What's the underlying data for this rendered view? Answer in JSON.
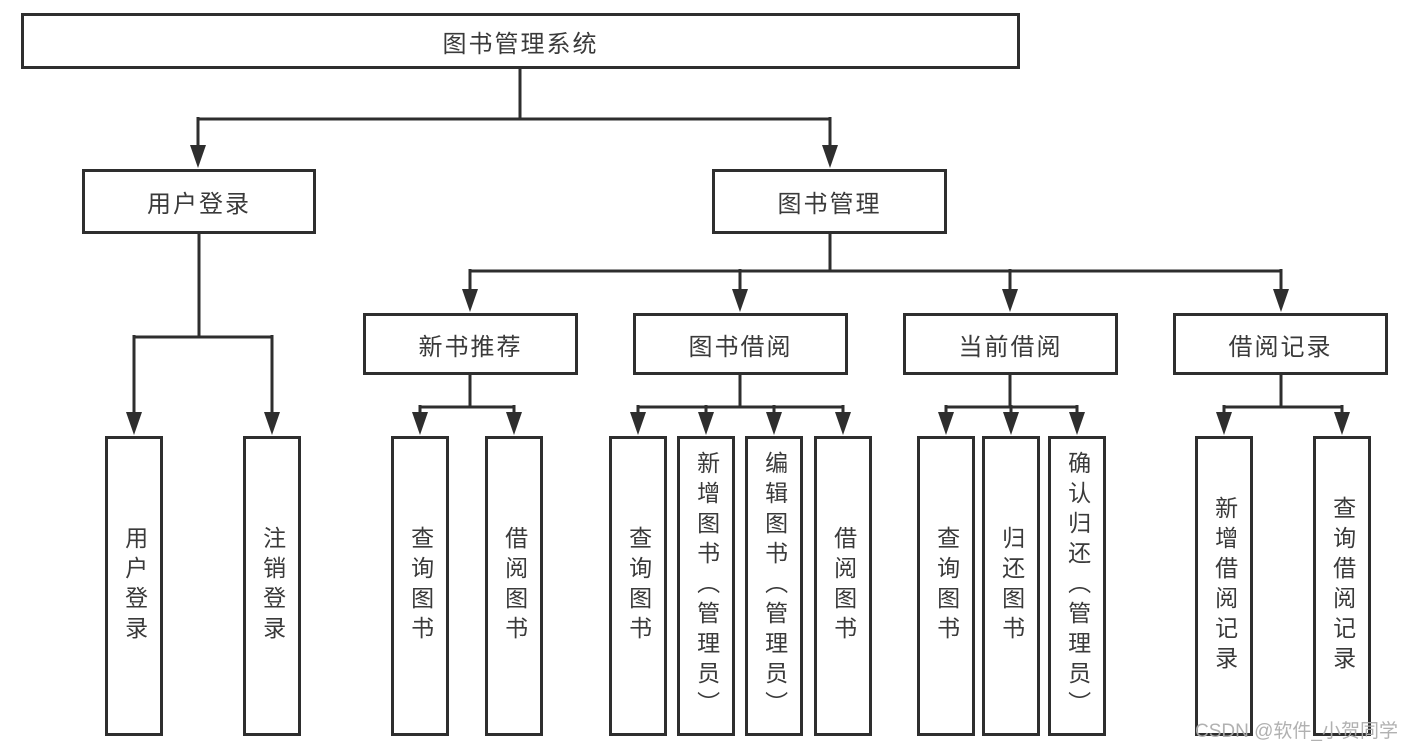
{
  "diagram": {
    "type": "hierarchy-diagram",
    "nodes": {
      "root": "图书管理系统",
      "user_login_branch": "用户登录",
      "book_mgmt": "图书管理",
      "new_books": "新书推荐",
      "book_borrow": "图书借阅",
      "current_borrow": "当前借阅",
      "borrow_records": "借阅记录",
      "login": "用户登录",
      "logout": "注销登录",
      "query_books_a": "查询图书",
      "borrow_books_a": "借阅图书",
      "query_books_b": "查询图书",
      "add_books": "新增图书（管理员）",
      "edit_books": "编辑图书（管理员）",
      "borrow_books_b": "借阅图书",
      "query_books_c": "查询图书",
      "return_books": "归还图书",
      "confirm_return": "确认归还（管理员）",
      "add_borrow_record": "新增借阅记录",
      "query_borrow_record": "查询借阅记录"
    },
    "edges": [
      [
        "root",
        "user_login_branch"
      ],
      [
        "root",
        "book_mgmt"
      ],
      [
        "user_login_branch",
        "login"
      ],
      [
        "user_login_branch",
        "logout"
      ],
      [
        "book_mgmt",
        "new_books"
      ],
      [
        "book_mgmt",
        "book_borrow"
      ],
      [
        "book_mgmt",
        "current_borrow"
      ],
      [
        "book_mgmt",
        "borrow_records"
      ],
      [
        "new_books",
        "query_books_a"
      ],
      [
        "new_books",
        "borrow_books_a"
      ],
      [
        "book_borrow",
        "query_books_b"
      ],
      [
        "book_borrow",
        "add_books"
      ],
      [
        "book_borrow",
        "edit_books"
      ],
      [
        "book_borrow",
        "borrow_books_b"
      ],
      [
        "current_borrow",
        "query_books_c"
      ],
      [
        "current_borrow",
        "return_books"
      ],
      [
        "current_borrow",
        "confirm_return"
      ],
      [
        "borrow_records",
        "add_borrow_record"
      ],
      [
        "borrow_records",
        "query_borrow_record"
      ]
    ]
  },
  "watermark": "CSDN @软件_小贺同学",
  "colors": {
    "line": "#2e2e2e",
    "box_border": "#2e2e2e",
    "text": "#3a3a3a",
    "watermark": "#adadad",
    "background": "#ffffff"
  }
}
